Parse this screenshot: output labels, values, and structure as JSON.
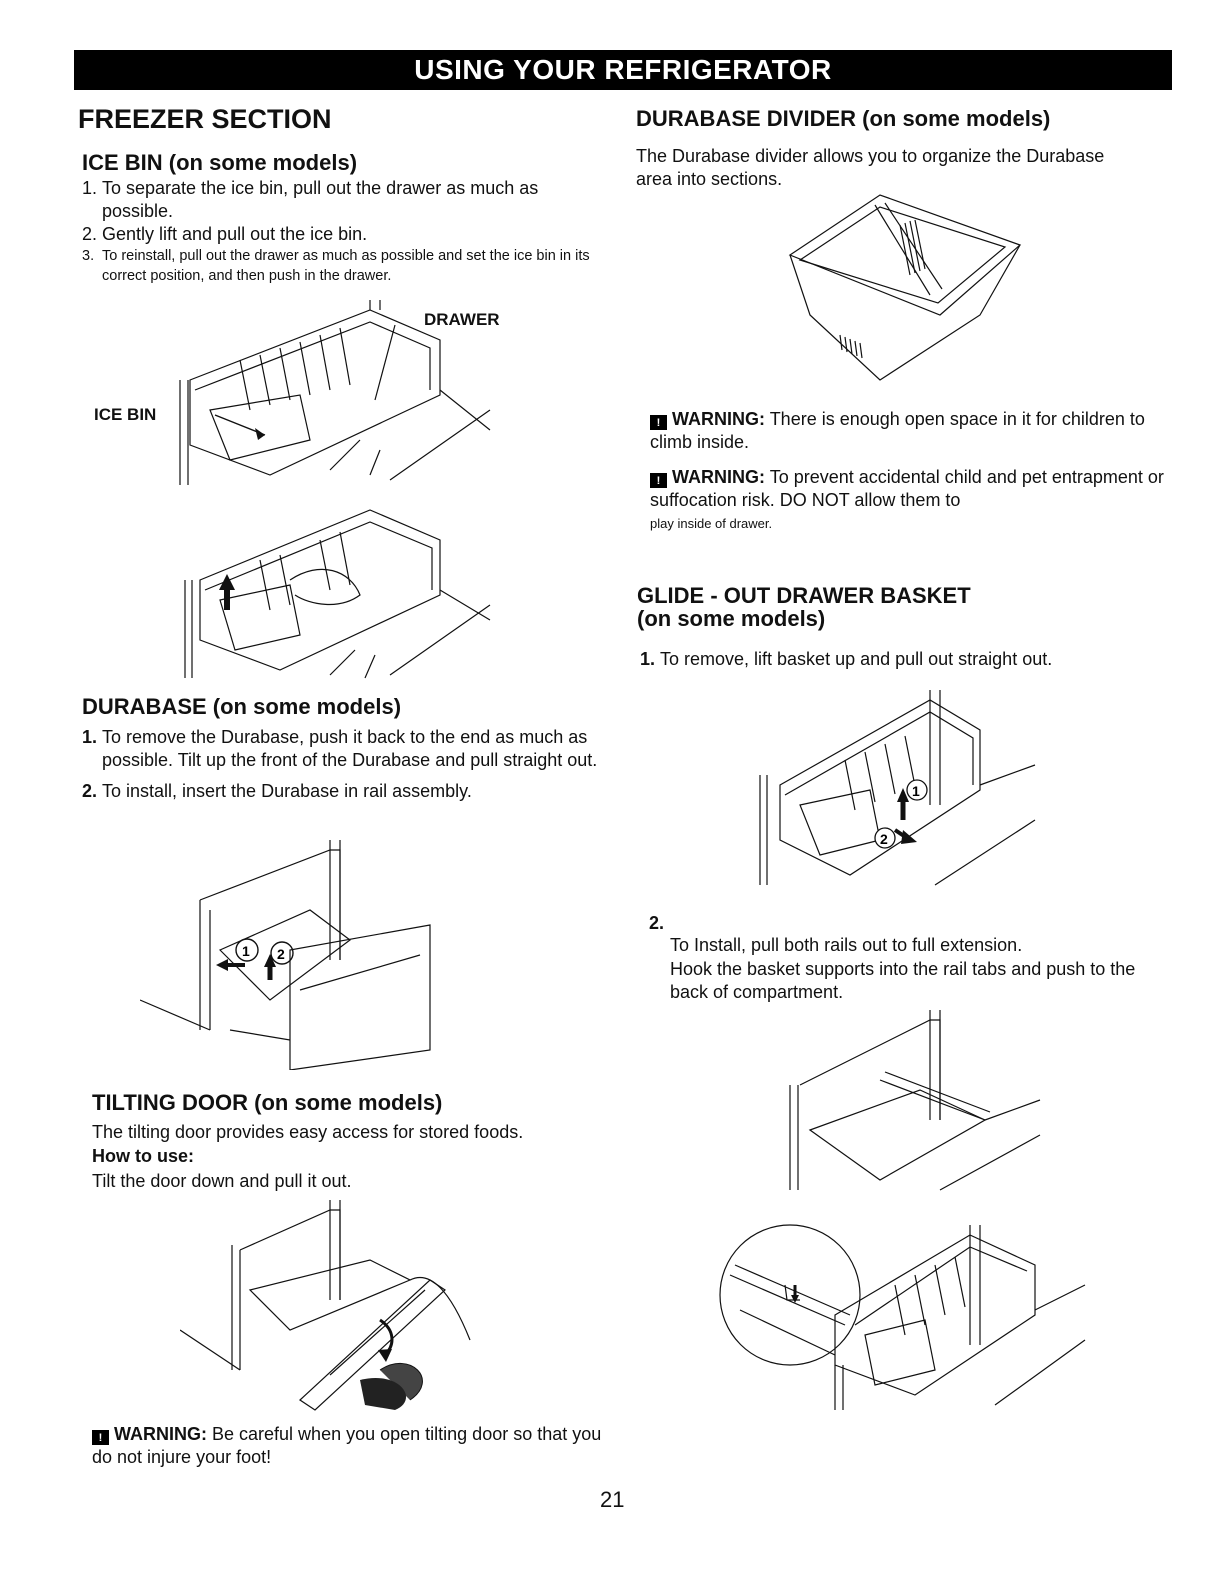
{
  "header": {
    "title": "USING YOUR REFRIGERATOR"
  },
  "freezer": {
    "title": "FREEZER SECTION",
    "ice_bin": {
      "title": "ICE BIN (on some models)",
      "steps": [
        {
          "num": "1.",
          "text": "To separate the ice bin, pull out the drawer as much as possible."
        },
        {
          "num": "2.",
          "text": "Gently lift and pull out the ice bin."
        },
        {
          "num": "3.",
          "text": "To reinstall, pull out the drawer as much as possible and set the ice bin in its correct position, and then push in the drawer."
        }
      ],
      "label_drawer": "DRAWER",
      "label_ice_bin": "ICE BIN"
    },
    "durabase": {
      "title": "DURABASE (on some models)",
      "steps": [
        {
          "num": "1.",
          "text": "To remove the Durabase, push it back to the end as much as possible. Tilt up the front of the Durabase and pull straight out."
        },
        {
          "num": "2.",
          "text": "To install, insert the Durabase in rail assembly."
        }
      ]
    },
    "tilting": {
      "title": "TILTING DOOR (on some models)",
      "text": "The tilting door provides easy access for stored foods.",
      "how_label": "How to use:",
      "how_text": "Tilt the door down and pull it out.",
      "warning_label": "WARNING:",
      "warning_text": "Be careful when you open tilting door so that you do not injure your foot!"
    }
  },
  "divider": {
    "title": "DURABASE DIVIDER (on some models)",
    "text": "The Durabase divider allows you to organize the Durabase area into sections.",
    "warning1_label": "WARNING:",
    "warning1_text": "There is enough open space in it for children to climb inside.",
    "warning2_label": "WARNING:",
    "warning2_text": "To prevent accidental child and pet entrapment or suffocation risk. DO NOT allow them to",
    "warning2_small": "play inside of drawer."
  },
  "glide": {
    "title_line1": "GLIDE - OUT DRAWER BASKET",
    "title_line2": "(on some models)",
    "step1_num": "1.",
    "step1_text": "To remove, lift basket up and pull out straight out.",
    "step2_num": "2.",
    "step2_line1": "To Install, pull both rails out to full extension.",
    "step2_line2": "Hook the basket supports into the rail tabs and push to the back of compartment."
  },
  "page_number": "21"
}
